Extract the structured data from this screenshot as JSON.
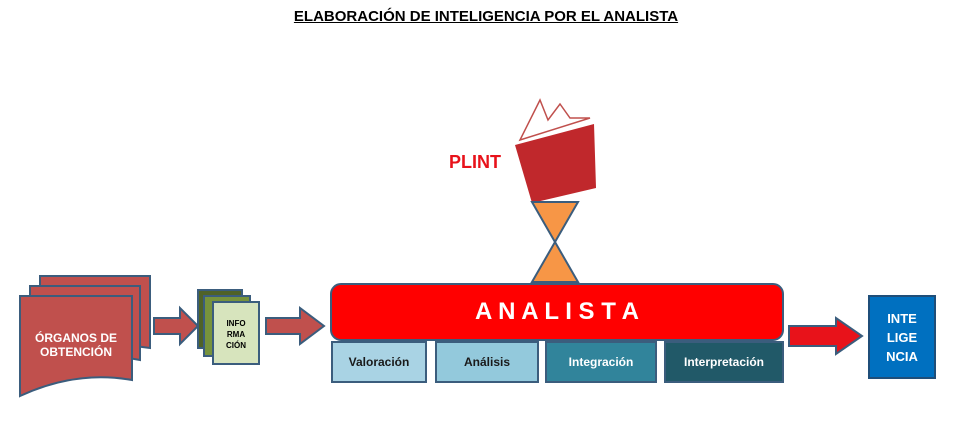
{
  "title": "ELABORACIÓN DE INTELIGENCIA POR EL ANALISTA",
  "sources": {
    "line1": "ÓRGANOS DE",
    "line2": "OBTENCIÓN"
  },
  "information": {
    "line1": "INFO",
    "line2": "RMA",
    "line3": "CIÓN"
  },
  "plint": "PLINT",
  "analyst": "A N A L I S T A",
  "steps": [
    "Valoración",
    "Análisis",
    "Integración",
    "Interpretación"
  ],
  "intelligence": {
    "line1": "INTE",
    "line2": "LIGE",
    "line3": "NCIA"
  },
  "colors": {
    "red": "#ff0000",
    "brick": "#c0504d",
    "steps": [
      "#a9d3e4",
      "#93c9dc",
      "#31849b",
      "#215968"
    ],
    "blue": "#0070c0"
  }
}
